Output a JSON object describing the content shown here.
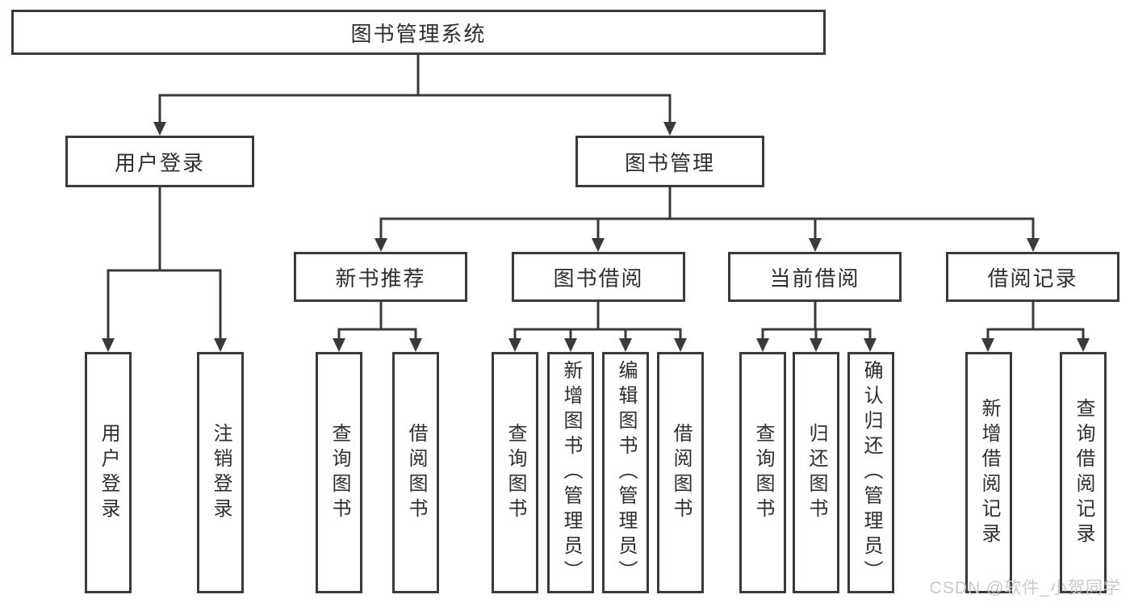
{
  "diagram": {
    "type": "hierarchy-tree",
    "title": "图书管理系统"
  },
  "tree": {
    "root": {
      "label": "图书管理系统",
      "children": [
        {
          "label": "用户登录",
          "children": [
            {
              "label": "用户登录"
            },
            {
              "label": "注销登录"
            }
          ]
        },
        {
          "label": "图书管理",
          "children": [
            {
              "label": "新书推荐",
              "children": [
                {
                  "label": "查询图书"
                },
                {
                  "label": "借阅图书"
                }
              ]
            },
            {
              "label": "图书借阅",
              "children": [
                {
                  "label": "查询图书"
                },
                {
                  "label": "新增图书（管理员）"
                },
                {
                  "label": "编辑图书（管理员）"
                },
                {
                  "label": "借阅图书"
                }
              ]
            },
            {
              "label": "当前借阅",
              "children": [
                {
                  "label": "查询图书"
                },
                {
                  "label": "归还图书"
                },
                {
                  "label": "确认归还（管理员）"
                }
              ]
            },
            {
              "label": "借阅记录",
              "children": [
                {
                  "label": "新增借阅记录"
                },
                {
                  "label": "查询借阅记录"
                }
              ]
            }
          ]
        }
      ]
    }
  },
  "watermark": {
    "text": "CSDN @软件_小贺同学",
    "color": "#c9c9c9"
  },
  "colors": {
    "line": "#3a3a3a",
    "box_border": "#3a3a3a",
    "text": "#2e2e2e",
    "background": "#ffffff"
  }
}
